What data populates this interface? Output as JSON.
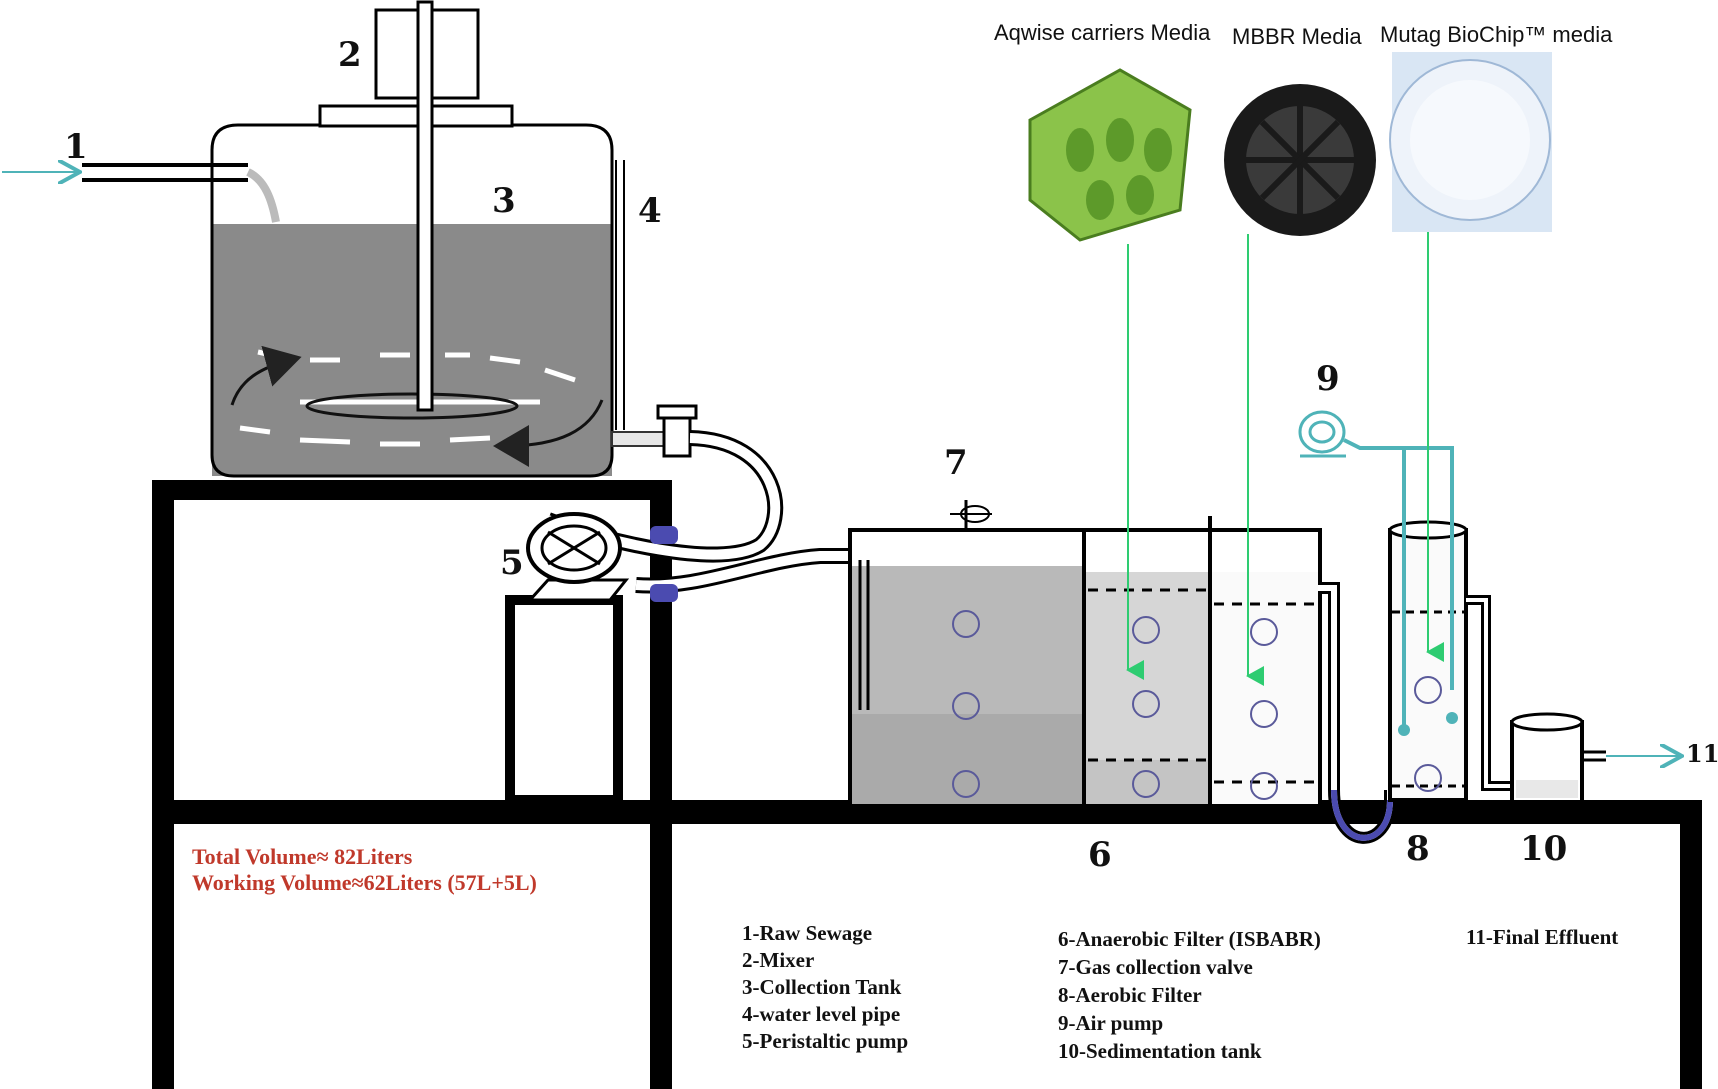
{
  "diagram": {
    "callouts": [
      "1",
      "2",
      "3",
      "4",
      "5",
      "6",
      "7",
      "8",
      "9",
      "10",
      "11"
    ],
    "media": [
      {
        "label": "Aqwise carriers Media",
        "color": "#8bc34a"
      },
      {
        "label": "MBBR Media",
        "color": "#1a1a1a"
      },
      {
        "label": "Mutag BioChip™ media",
        "color": "#e3ecf7"
      }
    ],
    "volume": {
      "total": "Total Volume≈ 82Liters",
      "working": "Working Volume≈62Liters  (57L+5L)"
    },
    "legend": {
      "col1": [
        "1-Raw Sewage",
        "2-Mixer",
        "3-Collection Tank",
        "4-water level pipe",
        "5-Peristaltic pump"
      ],
      "col2": [
        "6-Anaerobic Filter (ISBABR)",
        "7-Gas collection valve",
        "8-Aerobic Filter",
        "9-Air pump",
        "10-Sedimentation tank"
      ],
      "col3": [
        "11-Final Effluent"
      ]
    },
    "colors": {
      "water": "#8a8a8a",
      "air_line": "#4fb3b8",
      "media_line": "#2ecc71",
      "tube_blue": "#4b4bb0",
      "volume_text": "#c0392b"
    }
  }
}
